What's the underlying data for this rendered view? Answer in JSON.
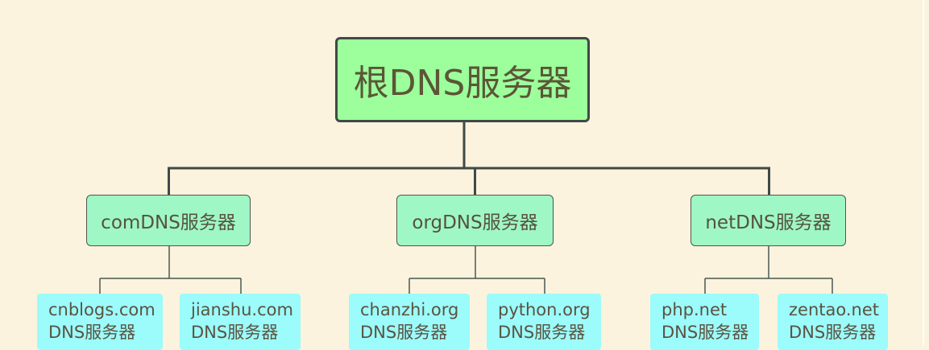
{
  "diagram": {
    "root": {
      "label": "根DNS服务器"
    },
    "branches": [
      {
        "label": "comDNS服务器",
        "children": [
          {
            "line1": "cnblogs.com",
            "line2": "DNS服务器"
          },
          {
            "line1": "jianshu.com",
            "line2": "DNS服务器"
          }
        ]
      },
      {
        "label": "orgDNS服务器",
        "children": [
          {
            "line1": "chanzhi.org",
            "line2": "DNS服务器"
          },
          {
            "line1": "python.org",
            "line2": "DNS服务器"
          }
        ]
      },
      {
        "label": "netDNS服务器",
        "children": [
          {
            "line1": "php.net",
            "line2": "DNS服务器"
          },
          {
            "line1": "zentao.net",
            "line2": "DNS服务器"
          }
        ]
      }
    ]
  },
  "colors": {
    "background": "#fbf3dd",
    "root_fill": "#9cff9c",
    "mid_fill": "#9ff7c5",
    "leaf_fill": "#9cfbfb",
    "connector": "#3f4a48"
  }
}
